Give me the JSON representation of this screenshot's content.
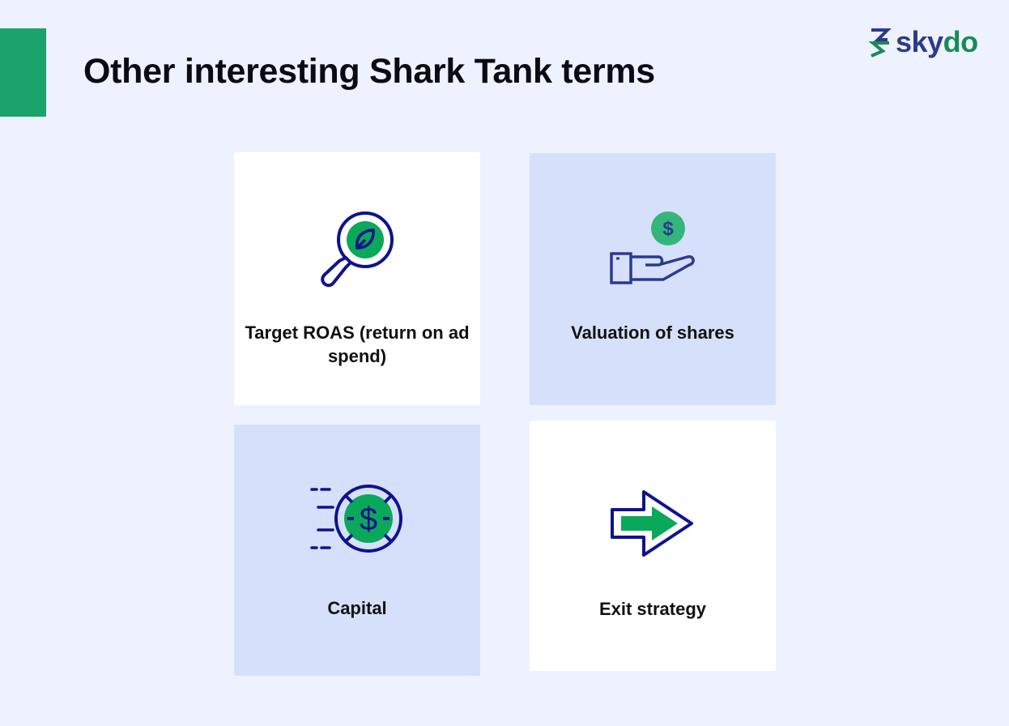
{
  "title": "Other interesting Shark Tank terms",
  "logo": {
    "text_a": "sky",
    "text_b": "do"
  },
  "colors": {
    "accent": "#1ba36b",
    "navy": "#0f138c",
    "green": "#0aa85a",
    "card_blue": "#d7e0fa"
  },
  "cards": [
    {
      "label": "Target ROAS (return on ad spend)",
      "icon": "magnifier-leaf-icon"
    },
    {
      "label": "Valuation of shares",
      "icon": "hand-coin-icon"
    },
    {
      "label": "Capital",
      "icon": "fast-dollar-icon"
    },
    {
      "label": "Exit strategy",
      "icon": "arrow-right-icon"
    }
  ]
}
